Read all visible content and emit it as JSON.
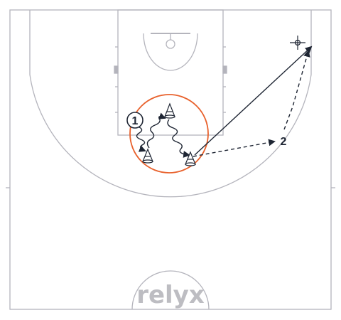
{
  "watermark": "relyx",
  "players": [
    {
      "label": "1"
    },
    {
      "label": "2"
    }
  ],
  "colors": {
    "court_line": "#b4b4bc",
    "highlight_circle": "#e8612c",
    "action": "#1e2533",
    "background": "#ffffff",
    "watermark": "#bdbdc2"
  },
  "icons": [
    "cone-icon",
    "target-crosshair-icon",
    "player-circle-icon"
  ]
}
